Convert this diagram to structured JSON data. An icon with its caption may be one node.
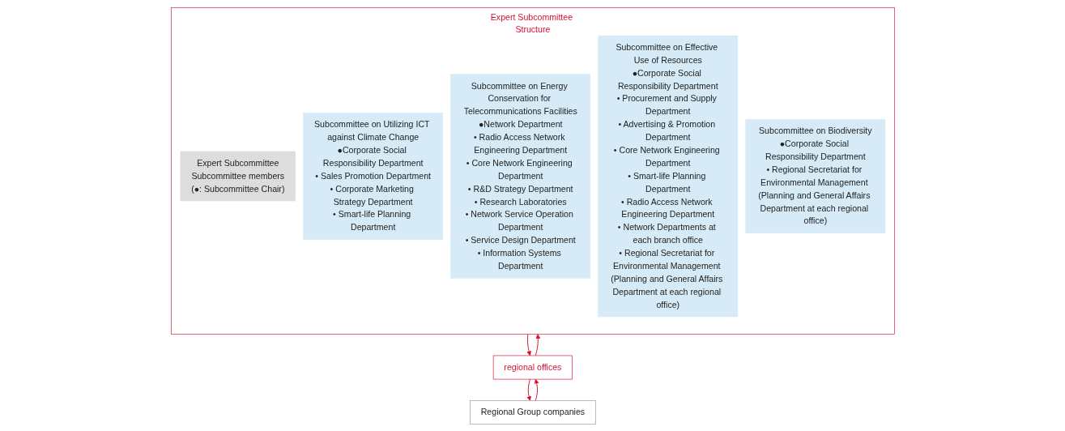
{
  "diagram": {
    "nodes": [
      {
        "text": [
          "Expert Subcommittee Structure"
        ]
      },
      {
        "text": [
          "Expert Subcommittee",
          "Subcommittee members",
          "(●: Subcommittee Chair)"
        ],
        "in": 0
      },
      {
        "text": [
          "Subcommittee on Utilizing ICT against Climate Change",
          "●Corporate Social Responsibility Department",
          "• Sales Promotion Department",
          "• Corporate Marketing Strategy Department",
          "• Smart-life Planning Department"
        ],
        "in": 0
      },
      {
        "text": [
          "Subcommittee on Energy Conservation for Telecommunications Facilities",
          "●Network Department",
          "• Radio Access Network Engineering Department",
          "• Core Network Engineering Department",
          "• R&D Strategy Department",
          "• Research Laboratories",
          "• Network Service Operation Department",
          "• Service Design Department",
          "• Information Systems Department"
        ],
        "in": 0
      },
      {
        "text": [
          "Subcommittee on Effective Use of Resources",
          "●Corporate Social Responsibility Department",
          "• Procurement and Supply Department",
          "• Advertising & Promotion Department",
          "• Core Network Engineering Department",
          "• Smart-life Planning Department",
          "• Radio Access Network Engineering Department",
          "• Network Departments at each branch office",
          "• Regional Secretariat for Environmental Management (Planning and General Affairs Department at each regional office)"
        ],
        "in": 0
      },
      {
        "text": [
          "Subcommittee on Biodiversity",
          "●Corporate Social Responsibility Department",
          "• Regional Secretariat for Environmental Management (Planning and General Affairs Department at each regional office)"
        ],
        "in": 0
      },
      {
        "text": [
          "regional offices"
        ]
      },
      {
        "text": [
          "Regional Group companies"
        ]
      }
    ],
    "edges": [
      {
        "from": 0,
        "to": 6,
        "arrow": "to",
        "color": "#d7102f"
      },
      {
        "from": 6,
        "to": 0,
        "arrow": "to",
        "color": "#d7102f"
      },
      {
        "from": 6,
        "to": 7,
        "arrow": "to",
        "color": "#d7102f"
      },
      {
        "from": 7,
        "to": 6,
        "arrow": "to",
        "color": "#d7102f"
      }
    ]
  }
}
